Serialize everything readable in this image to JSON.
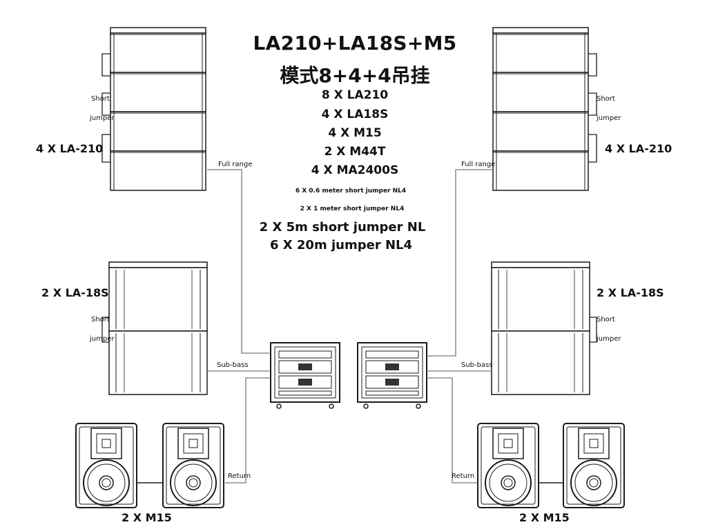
{
  "title": {
    "line1": "LA210+LA18S+M5",
    "line2": "模式8+4+4吊挂"
  },
  "equipment_list": [
    "8 X LA210",
    "4 X LA18S",
    "4 X M15",
    "2 X M44T",
    "4 X MA2400S"
  ],
  "cable_list_small": [
    "6 X 0.6 meter short jumper NL4",
    "2 X 1 meter short jumper NL4"
  ],
  "cable_list_large": [
    "2 X 5m short jumper NL",
    "6 X 20m jumper NL4"
  ],
  "left": {
    "top_array_label": "4 X LA-210",
    "top_jumper_a": "Short",
    "top_jumper_b": "jumper",
    "full_range": "Full range",
    "sub_array_label": "2 X LA-18S",
    "sub_jumper_a": "Short",
    "sub_jumper_b": "jumper",
    "sub_bass": "Sub-bass",
    "return": "Return",
    "monitor_label": "2 X M15"
  },
  "right": {
    "top_array_label": "4 X LA-210",
    "top_jumper_a": "Short",
    "top_jumper_b": "jumper",
    "full_range": "Full range",
    "sub_array_label": "2 X LA-18S",
    "sub_jumper_a": "Short",
    "sub_jumper_b": "jumper",
    "sub_bass": "Sub-bass",
    "return": "Return",
    "monitor_label": "2 X M15"
  },
  "colors": {
    "line": "#1a1a1a",
    "cable": "#777777",
    "bg": "#ffffff"
  }
}
